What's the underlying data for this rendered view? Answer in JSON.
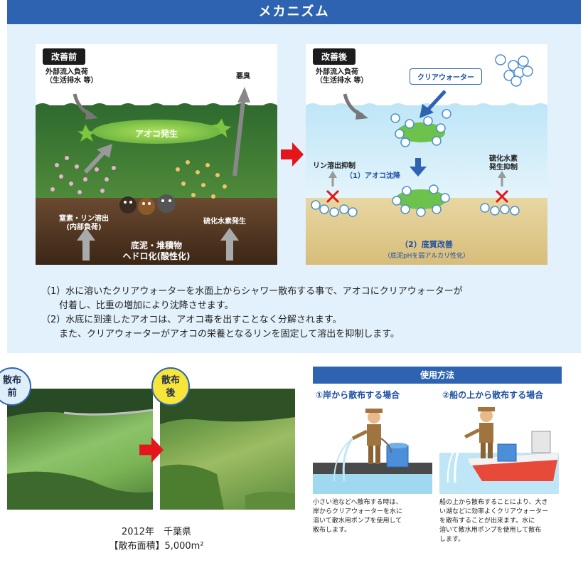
{
  "header": {
    "title": "メカニズム"
  },
  "before_panel": {
    "tag": "改善前",
    "inflow": [
      "外部流入負荷",
      "（生活排水 等）"
    ],
    "smell": "悪臭",
    "bloom": "アオコ発生",
    "release": [
      "窒素・リン溶出",
      "(内部負荷)"
    ],
    "h2s": "硫化水素発生",
    "sediment": [
      "底泥・堆積物",
      "ヘドロ化(酸性化)"
    ]
  },
  "after_panel": {
    "tag": "改善後",
    "inflow": [
      "外部流入負荷",
      "（生活排水 等）"
    ],
    "product": "クリアウォーター",
    "sink": "（1）アオコ沈降",
    "phosphorus": "リン溶出抑制",
    "h2s": [
      "硫化水素",
      "発生抑制"
    ],
    "improve": "（2）底質改善",
    "improve_note": "（底泥pHを弱アルカリ性化）"
  },
  "description": [
    "（1）水に溶いたクリアウォーターを水面上からシャワー散布する事で、アオコにクリアウォーターが",
    "付着し、比重の増加により沈降させます。",
    "（2）水底に到達したアオコは、アオコ毒を出すことなく分解されます。",
    "また、クリアウォーターがアオコの栄養となるリンを固定して溶出を抑制します。"
  ],
  "photos": {
    "before_badge": [
      "散布",
      "前"
    ],
    "after_badge": [
      "散布",
      "後"
    ],
    "caption_year": "2012年　千葉県",
    "caption_area": "【散布面積】5,000m²"
  },
  "usage": {
    "title": "使用方法",
    "method1": {
      "title": "①岸から散布する場合",
      "text": [
        "小さい池などへ散布する時は、",
        "岸からクリアウォーターを水に",
        "溶いて散水用ポンプを使用して",
        "散布します。"
      ]
    },
    "method2": {
      "title": "②船の上から散布する場合",
      "text": [
        "船の上から散布することにより、大き",
        "い湖などに効率よくクリアウォーター",
        "を散布することが出来ます。水に",
        "溶いて散水用ポンプを使用して散布",
        "します。"
      ]
    }
  },
  "colors": {
    "header_blue": "#2d63b0",
    "panel_bg": "#e2f1fb",
    "badge_yellow": "#f8e53a",
    "arrow_red": "#e4161b",
    "text_blue": "#1d4fa3"
  }
}
